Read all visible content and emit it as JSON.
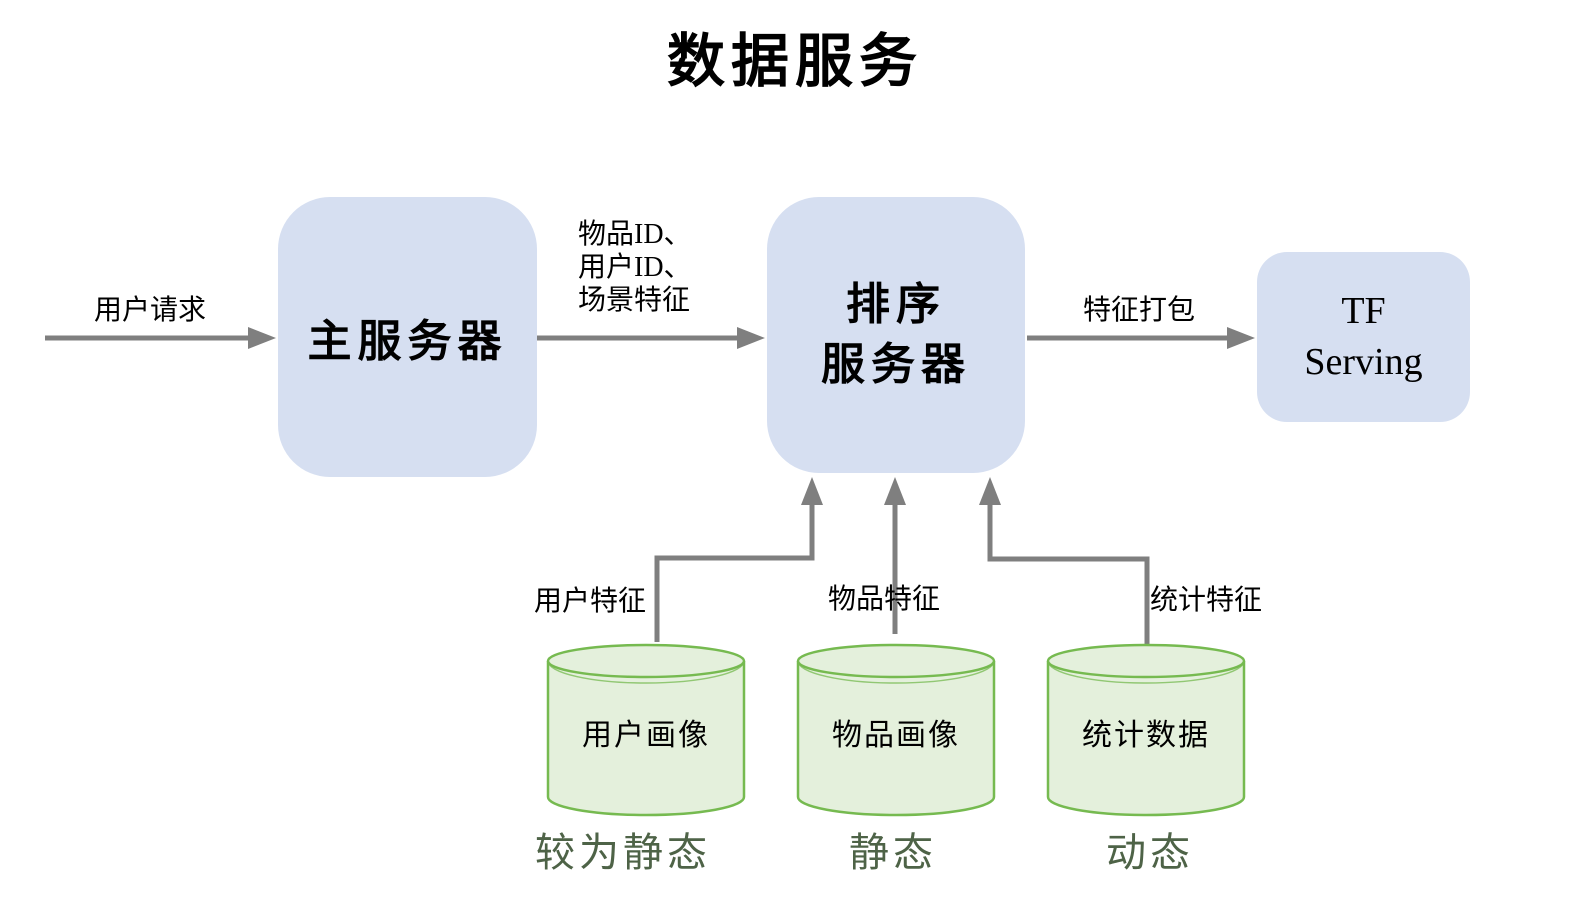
{
  "title": "数据服务",
  "colors": {
    "background": "#ffffff",
    "node_fill": "#d6dff1",
    "cylinder_fill": "#e4f0dc",
    "cylinder_border": "#76ba50",
    "arrow": "#7f7f7f",
    "label_text": "#000000",
    "caption_text": "#4e6347"
  },
  "nodes": {
    "main_server": {
      "label": "主服务器"
    },
    "ranking_server": {
      "label": "排序\n服务器"
    },
    "tf_serving": {
      "label": "TF\nServing"
    }
  },
  "edges": {
    "user_request": {
      "label": "用户请求"
    },
    "ids_and_scene": {
      "label": "物品ID、\n用户ID、\n场景特征"
    },
    "feature_packing": {
      "label": "特征打包"
    },
    "user_features": {
      "label": "用户特征"
    },
    "item_features": {
      "label": "物品特征"
    },
    "stat_features": {
      "label": "统计特征"
    }
  },
  "databases": {
    "user_profile": {
      "label": "用户画像",
      "caption": "较为静态"
    },
    "item_profile": {
      "label": "物品画像",
      "caption": "静态"
    },
    "stats_data": {
      "label": "统计数据",
      "caption": "动态"
    }
  }
}
